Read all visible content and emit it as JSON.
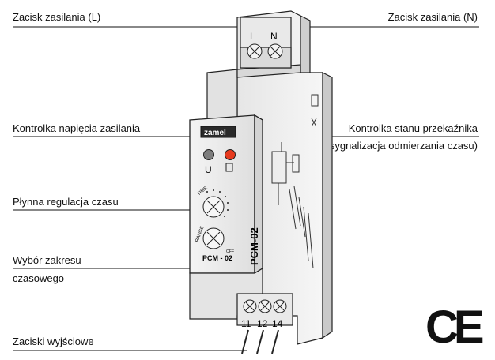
{
  "labels": {
    "supply_L": "Zacisk zasilania (L)",
    "supply_N": "Zacisk zasilania (N)",
    "supply_indicator": "Kontrolka napięcia zasilania",
    "relay_indicator": "Kontrolka stanu przekaźnika",
    "relay_indicator_note": "(sygnalizacja odmierzania czasu)",
    "time_adjust": "Płynna regulacja czasu",
    "range_select_1": "Wybór zakresu",
    "range_select_2": "czasowego",
    "output_terminals": "Zaciski wyjściowe"
  },
  "device": {
    "brand": "zamel",
    "model_front": "PCM - 02",
    "model_side": "PCM-02",
    "terminal_L": "L",
    "terminal_N": "N",
    "terminal_11": "11",
    "terminal_12": "12",
    "terminal_14": "14",
    "led_u": "U",
    "knob_time": "TIME",
    "knob_range": "RANGE",
    "range_off": "OFF"
  },
  "mark": "CE"
}
